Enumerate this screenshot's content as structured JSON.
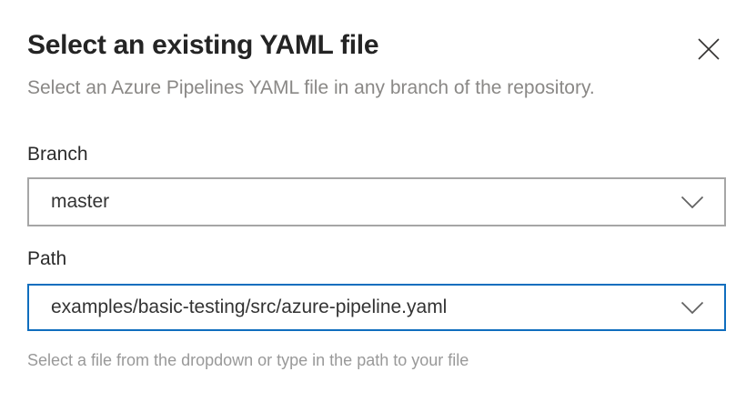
{
  "dialog": {
    "title": "Select an existing YAML file",
    "subtitle": "Select an Azure Pipelines YAML file in any branch of the repository."
  },
  "fields": {
    "branch": {
      "label": "Branch",
      "value": "master"
    },
    "path": {
      "label": "Path",
      "value": "examples/basic-testing/src/azure-pipeline.yaml",
      "helper": "Select a file from the dropdown or type in the path to your file"
    }
  },
  "icons": {
    "close": "✕",
    "chevron_down": "⌄"
  },
  "colors": {
    "focus_border": "#106ebe",
    "idle_border": "#a6a6a6",
    "title_text": "#242424",
    "body_text": "#333333",
    "muted_text": "#8a8886",
    "chevron": "#616161"
  }
}
